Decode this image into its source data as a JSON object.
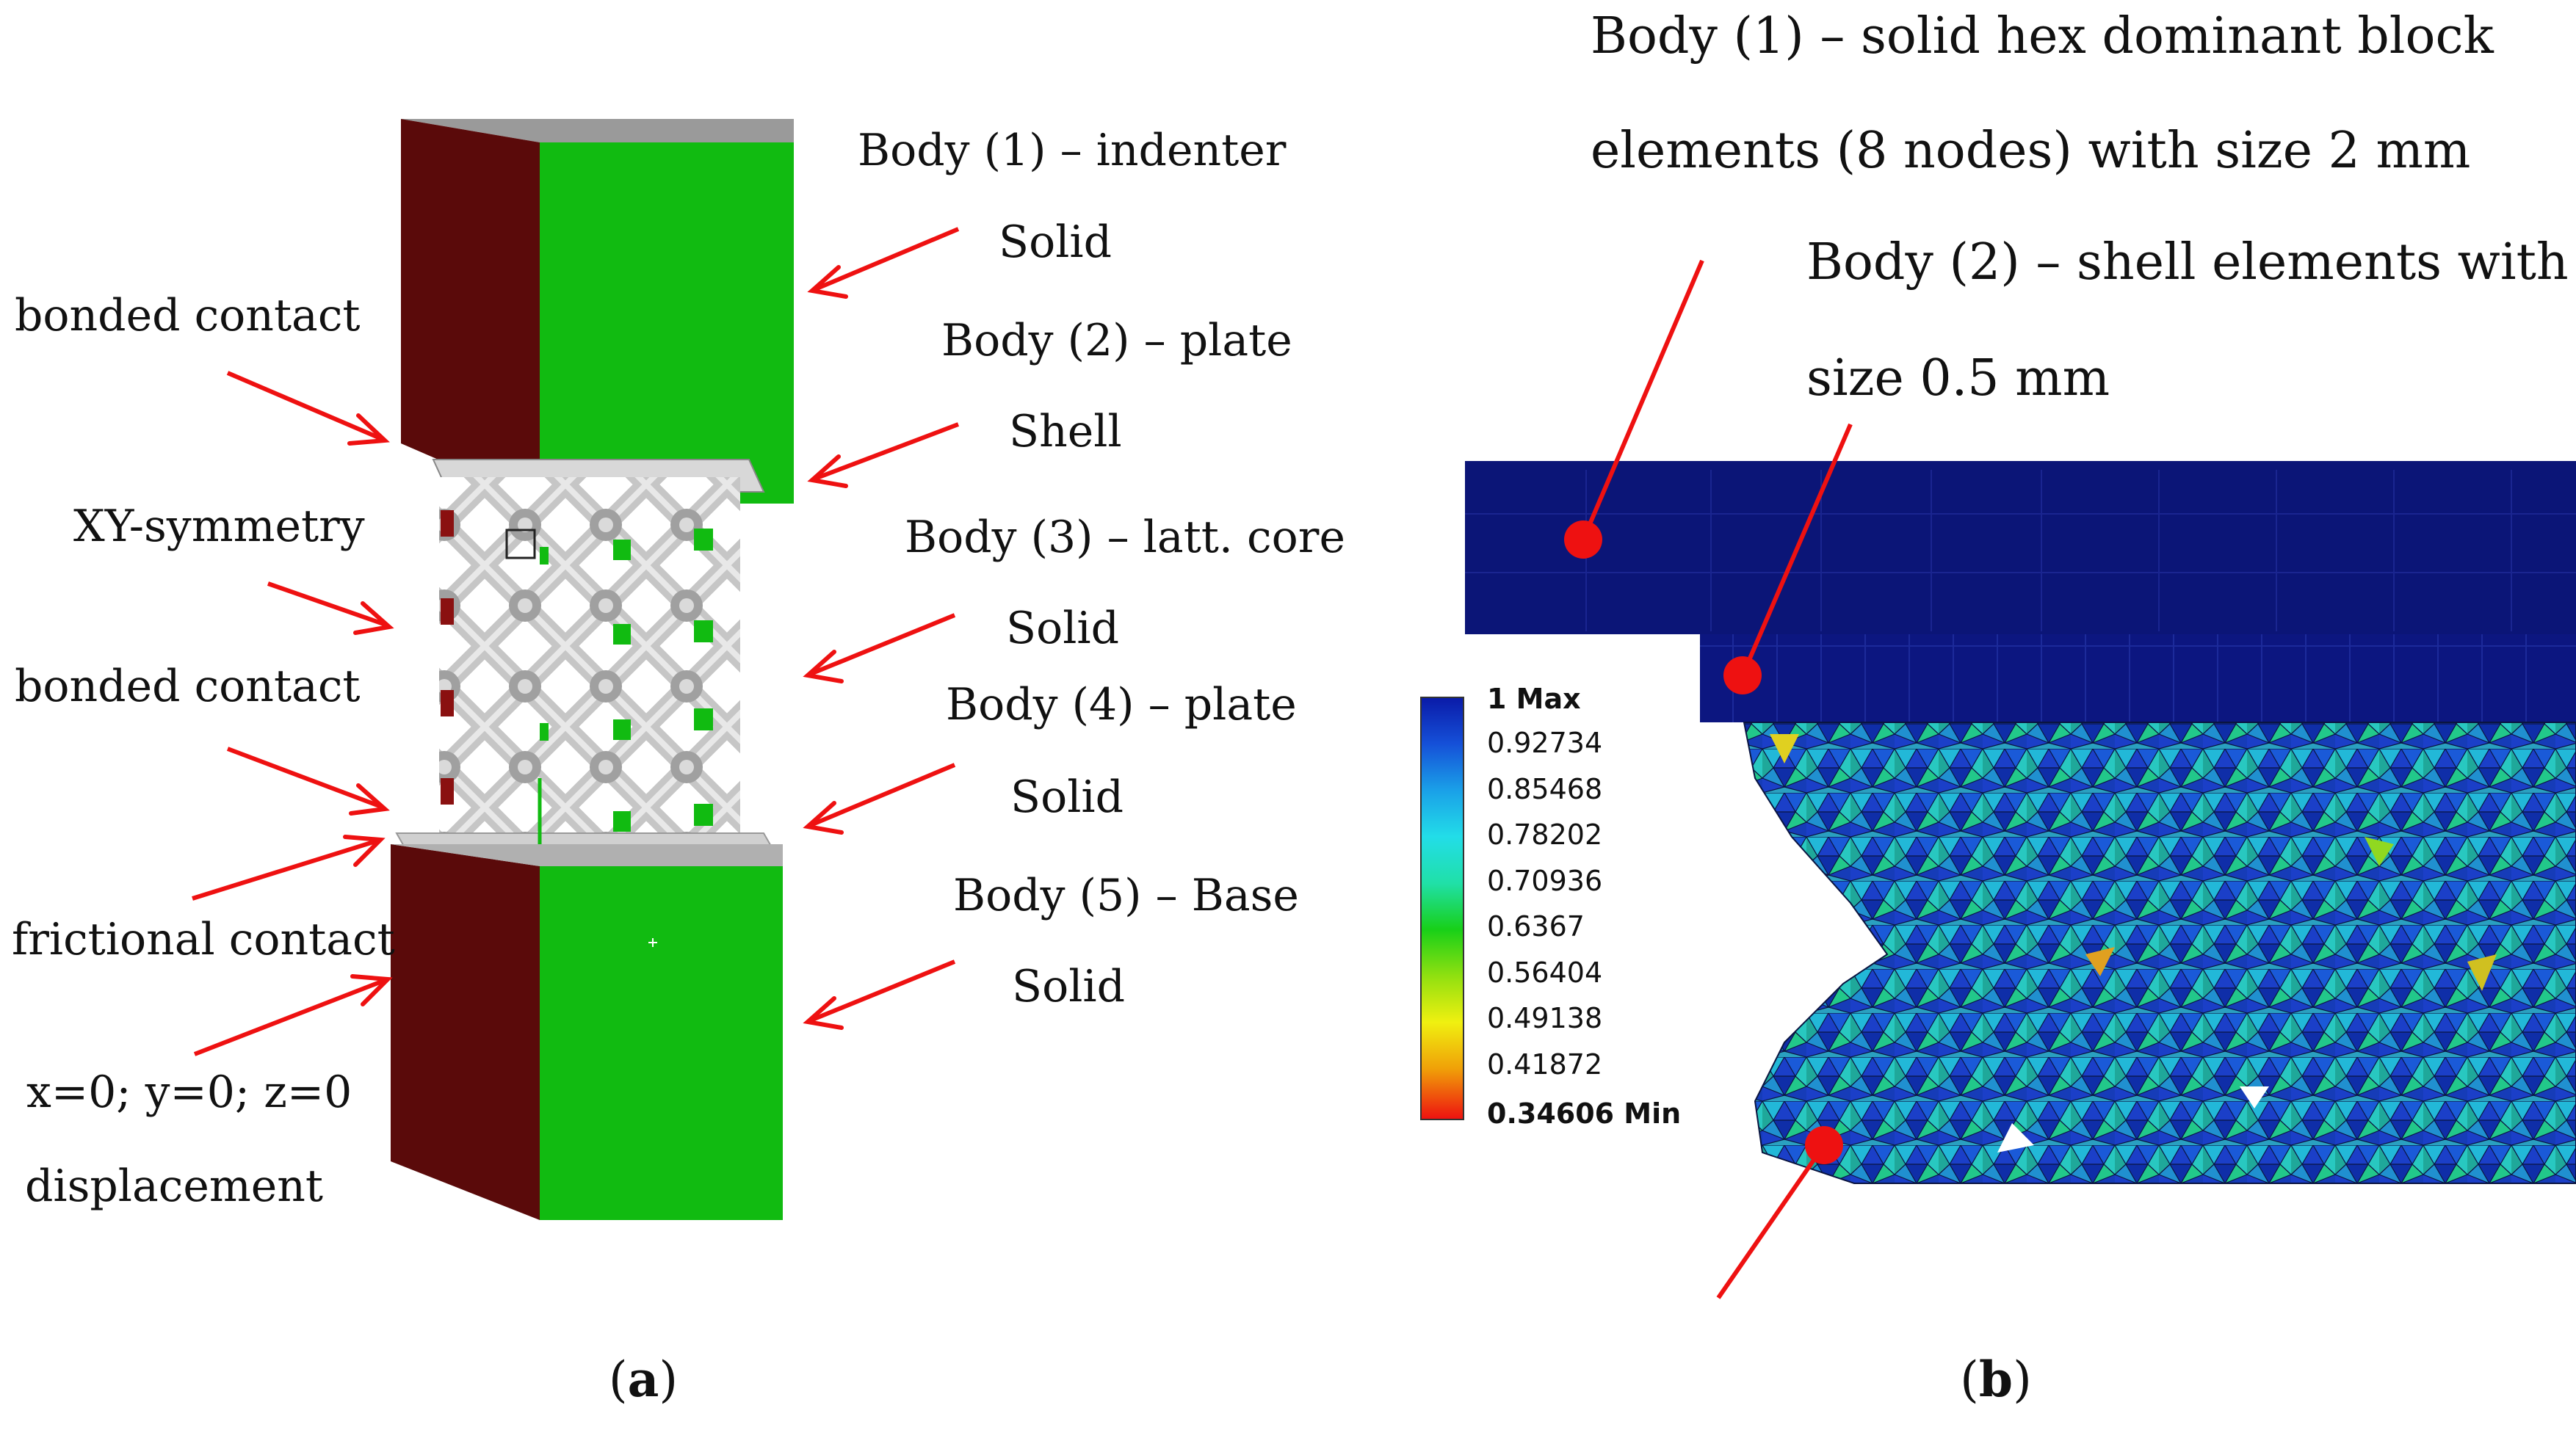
{
  "panel_a": {
    "caption": "(a)",
    "caption_letter": "a",
    "left_labels": {
      "bonded_contact_top": "bonded contact",
      "xy_symmetry": "XY-symmetry",
      "bonded_contact_bottom": "bonded contact",
      "frictional_contact": "frictional contact",
      "displacement_values": "x=0; y=0; z=0",
      "displacement": "displacement"
    },
    "right_labels": {
      "body1": "Body (1) – indenter",
      "body1_type": "Solid",
      "body2": "Body (2) – plate",
      "body2_type": "Shell",
      "body3": "Body (3) – latt. core",
      "body3_type": "Solid",
      "body4": "Body (4) – plate",
      "body4_type": "Solid",
      "body5": "Body (5) – Base",
      "body5_type": "Solid"
    },
    "colors": {
      "block_dark_red": "#5a0a0a",
      "block_green": "#11bb11",
      "block_top": "#9a9a9a",
      "lattice": "#c8c8c8",
      "arrow": "#ee1111"
    }
  },
  "panel_b": {
    "caption": "(b)",
    "caption_letter": "b",
    "annotations": {
      "line1": "Body (1) – solid hex dominant block",
      "line2": "elements (8 nodes) with size 2 mm",
      "line3": "Body (2) – shell elements with",
      "line4": "size 0.5 mm"
    },
    "legend": [
      {
        "label": "1 Max",
        "color": "#0a1aa8"
      },
      {
        "label": "0.92734",
        "color": "#1550d8"
      },
      {
        "label": "0.85468",
        "color": "#1aa0e8"
      },
      {
        "label": "0.78202",
        "color": "#22dde8"
      },
      {
        "label": "0.70936",
        "color": "#20e0a8"
      },
      {
        "label": "0.6367",
        "color": "#18d018"
      },
      {
        "label": "0.56404",
        "color": "#90e010"
      },
      {
        "label": "0.49138",
        "color": "#f0f010"
      },
      {
        "label": "0.41872",
        "color": "#f0a008"
      },
      {
        "label": "0.34606 Min",
        "color": "#ee1010"
      }
    ],
    "colors": {
      "indenter": "#0b1577",
      "plate": "#0c1680",
      "mesh_blue": "#1b3fc8",
      "mesh_cyan": "#22b8d8",
      "mesh_teal": "#1fa89a"
    }
  }
}
